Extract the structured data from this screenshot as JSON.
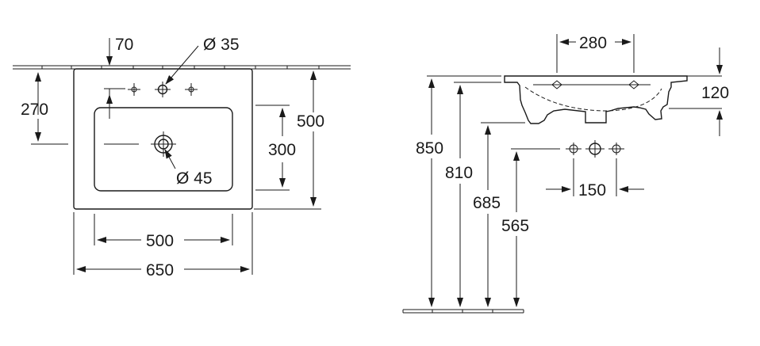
{
  "top_view": {
    "dim_70": "70",
    "dim_tap_hole": "Ø 35",
    "dim_270": "270",
    "dim_500_depth": "500",
    "dim_300": "300",
    "dim_drain": "Ø 45",
    "dim_500_width": "500",
    "dim_650": "650"
  },
  "side_view": {
    "dim_280": "280",
    "dim_120": "120",
    "dim_850": "850",
    "dim_810": "810",
    "dim_685": "685",
    "dim_565": "565",
    "dim_150": "150"
  }
}
